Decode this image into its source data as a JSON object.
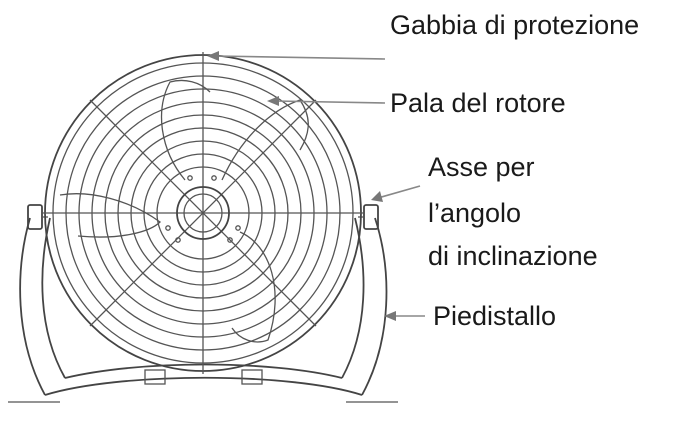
{
  "labels": {
    "cage": "Gabbia di protezione",
    "blade": "Pala del rotore",
    "axis_l1": "Asse per",
    "axis_l2": "l’angolo",
    "axis_l3": "di inclinazione",
    "stand": "Piedistallo"
  },
  "colors": {
    "line": "#555555",
    "leader": "#888888",
    "text": "#1a1a1a"
  }
}
